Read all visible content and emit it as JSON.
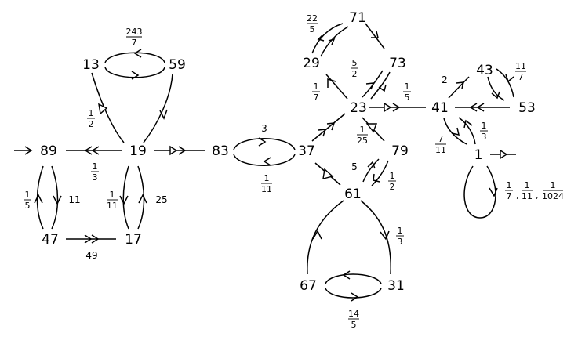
{
  "nodes": {
    "n89": "89",
    "n19": "19",
    "n83": "83",
    "n13": "13",
    "n59": "59",
    "n47": "47",
    "n17": "17",
    "n37": "37",
    "n71": "71",
    "n29": "29",
    "n73": "73",
    "n23": "23",
    "n79": "79",
    "n61": "61",
    "n41": "41",
    "n43": "43",
    "n53": "53",
    "n1": "1",
    "n67": "67",
    "n31": "31"
  },
  "labels": {
    "l_13_59": {
      "num": "243",
      "den": "7"
    },
    "l_13_19": {
      "num": "1",
      "den": "2"
    },
    "l_19_89": {
      "num": "1",
      "den": "3"
    },
    "l_89_47": {
      "num": "1",
      "den": "5"
    },
    "l_47_89": "11",
    "l_17_19": {
      "num": "1",
      "den": "11"
    },
    "l_19_17": "25",
    "l_47_17": "49",
    "l_83_37": "3",
    "l_37_83": {
      "num": "1",
      "den": "11"
    },
    "l_71_29": {
      "num": "22",
      "den": "5"
    },
    "l_73_23": {
      "num": "5",
      "den": "2"
    },
    "l_23_29": {
      "num": "1",
      "den": "7"
    },
    "l_23_41": {
      "num": "1",
      "den": "5"
    },
    "l_79_23": {
      "num": "1",
      "den": "25"
    },
    "l_61_79": "5",
    "l_79_61": {
      "num": "1",
      "den": "2"
    },
    "l_61_31": {
      "num": "1",
      "den": "3"
    },
    "l_31_67": {
      "num": "14",
      "den": "5"
    },
    "l_41_43": "2",
    "l_43_53": {
      "num": "11",
      "den": "7"
    },
    "l_41_1": {
      "num": "7",
      "den": "11"
    },
    "l_1_41": {
      "num": "1",
      "den": "3"
    },
    "l_1_loop": {
      "a": {
        "num": "1",
        "den": "7"
      },
      "b": {
        "num": "1",
        "den": "11"
      },
      "c": {
        "num": "1",
        "den": "1024"
      }
    }
  }
}
